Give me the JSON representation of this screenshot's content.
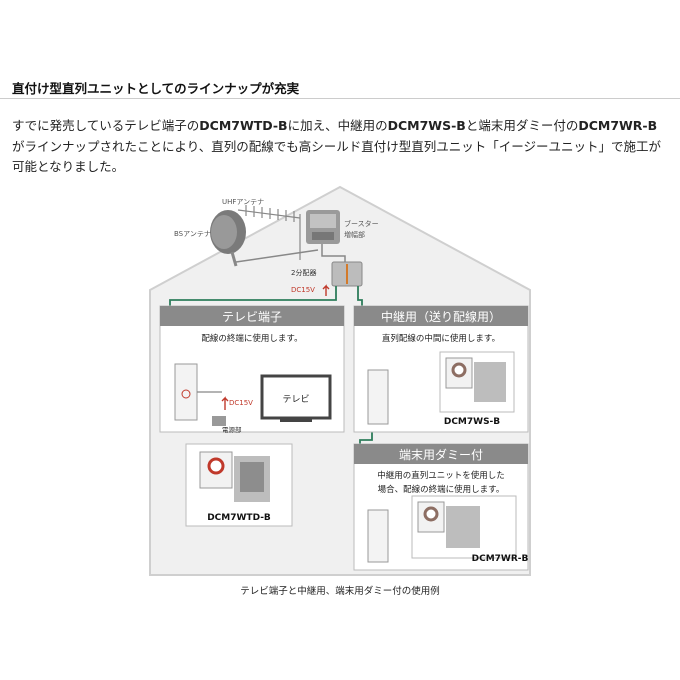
{
  "heading": "直付け型直列ユニットとしてのラインナップが充実",
  "paragraph": {
    "p1": "すでに発売しているテレビ端子の",
    "m1": "DCM7WTD-B",
    "p2": "に加え、中継用の",
    "m2": "DCM7WS-B",
    "p3": "と端末用ダミー付の",
    "m3": "DCM7WR-B",
    "p4": "がラインナップされたことにより、直列の配線でも高シールド直付け型直列ユニット「イージーユニット」で施工が可能となりました。"
  },
  "diagram": {
    "uhf_antenna": "UHFアンテナ",
    "bs_antenna": "BSアンテナ",
    "booster_l1": "ブースター",
    "booster_l2": "増幅部",
    "splitter": "2分配器",
    "dc15v_top": "DC15V",
    "tv_terminal": {
      "title": "テレビ端子",
      "desc": "配線の終端に使用します。",
      "dc15v": "DC15V",
      "tv": "テレビ",
      "power": "電源部",
      "model": "DCM7WTD-B"
    },
    "relay": {
      "title": "中継用（送り配線用）",
      "desc": "直列配線の中間に使用します。",
      "model": "DCM7WS-B"
    },
    "terminal": {
      "title": "端末用ダミー付",
      "desc1": "中継用の直列ユニットを使用した",
      "desc2": "場合、配線の終端に使用します。",
      "model": "DCM7WR-B"
    }
  },
  "caption": "テレビ端子と中継用、端末用ダミー付の使用例"
}
